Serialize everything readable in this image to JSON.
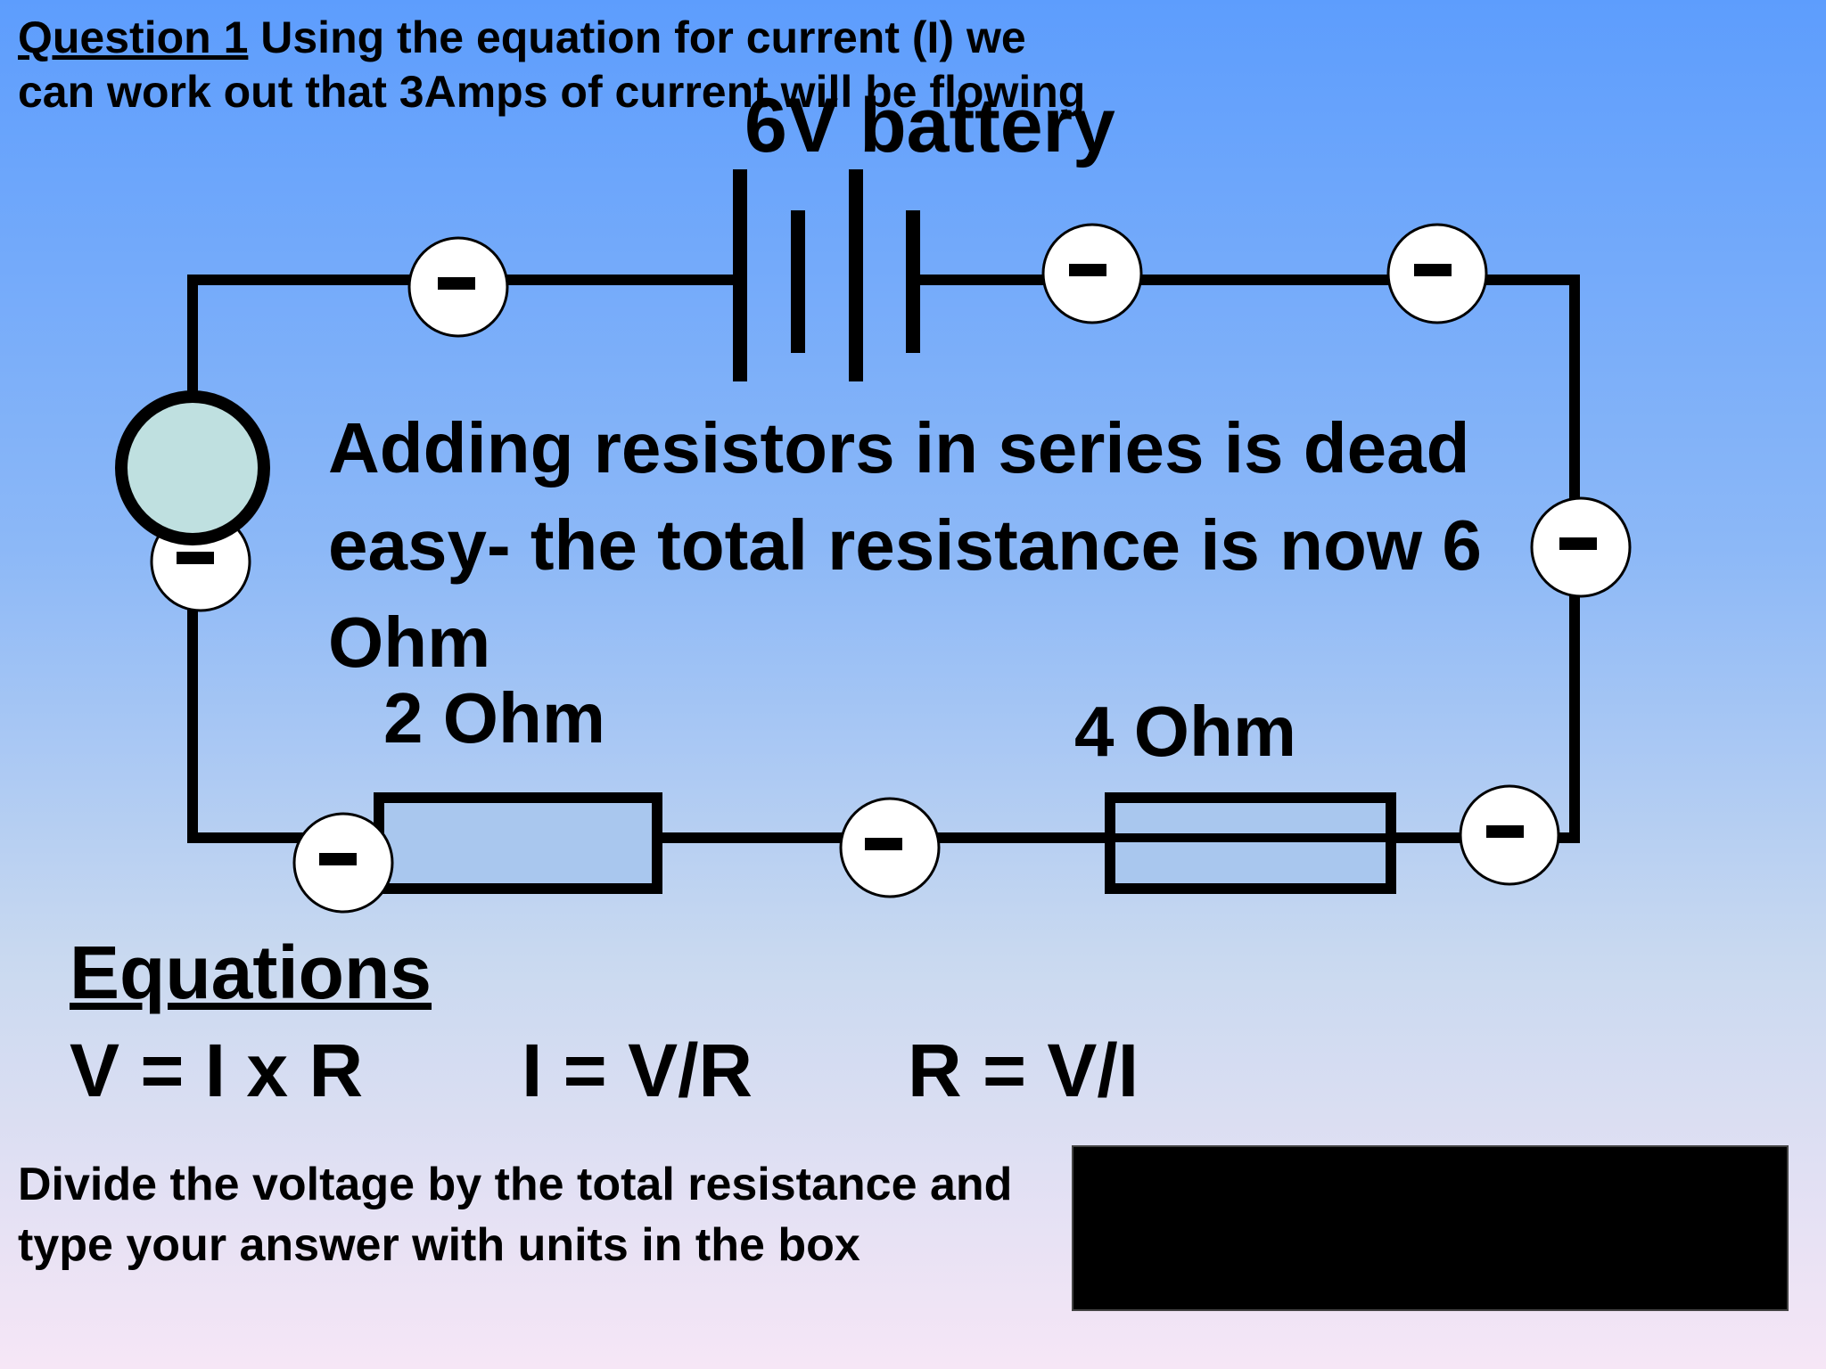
{
  "question": {
    "label": "Question 1",
    "text": " Using the equation for current (I) we can work out that 3Amps of current will be flowing"
  },
  "battery_label": "6V battery",
  "main_text": "Adding resistors in series is dead easy- the total resistance is now 6 Ohm",
  "resistors": [
    {
      "label": "2 Ohm"
    },
    {
      "label": "4 Ohm"
    }
  ],
  "electron_symbol": "–",
  "equations": {
    "title": "Equations",
    "items": [
      "V = I x R",
      "I = V/R",
      "R = V/I"
    ]
  },
  "instruction": "Divide the voltage by the total resistance and type your answer with units in the box",
  "answer": {
    "value": ""
  },
  "colors": {
    "bg_top": "#5d9dfd",
    "bg_bottom": "#f6e6f6",
    "ammeter_fill": "#bfe0e0"
  }
}
